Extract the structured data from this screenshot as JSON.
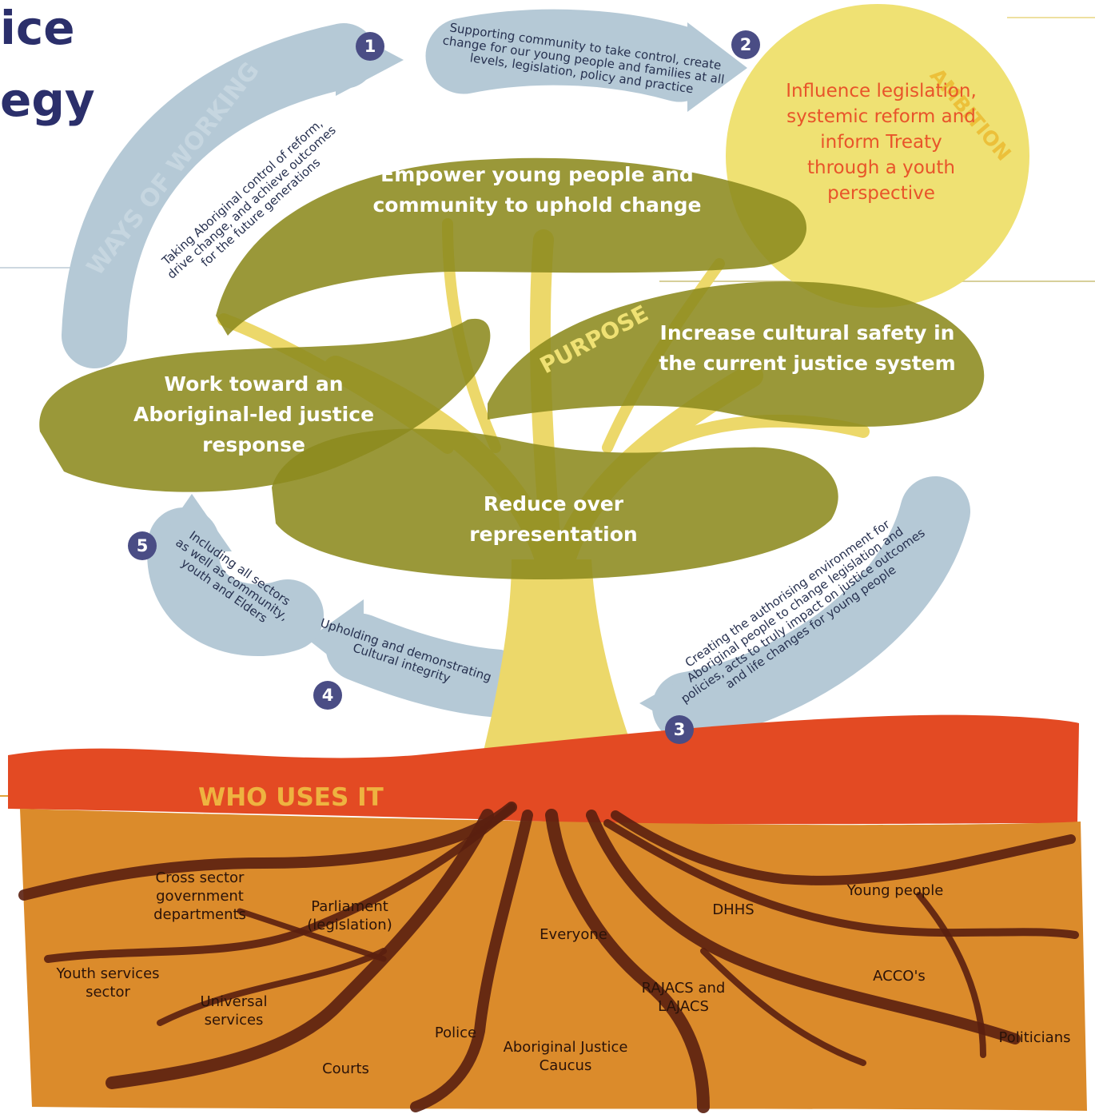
{
  "title": {
    "line1": "ice",
    "line2": "egy"
  },
  "ambition": {
    "heading": "AMBITION",
    "text": "Influence legislation, systemic reform and inform Treaty through a youth perspective"
  },
  "ways_of_working": {
    "heading": "WAYS OF WORKING",
    "steps": [
      {
        "number": "1",
        "text": "Taking Aboriginal control of reform, drive change, and achieve outcomes for the future generations"
      },
      {
        "number": "2",
        "text": "Supporting community to take control, create change for our young people and families at all levels, legislation, policy and practice"
      },
      {
        "number": "3",
        "text": "Creating the authorising environment for Aboriginal people to change legislation and policies, acts to truly impact on justice outcomes and life changes for young people"
      },
      {
        "number": "4",
        "text": "Upholding and demonstrating Cultural integrity"
      },
      {
        "number": "5",
        "text": "Including all sectors as well as community, youth and Elders"
      }
    ]
  },
  "purpose": {
    "heading": "PURPOSE",
    "items": [
      "Empower young people and community to uphold change",
      "Increase cultural safety in the current justice system",
      "Work toward an Aboriginal-led justice response",
      "Reduce over representation"
    ]
  },
  "who_uses_it": {
    "heading": "WHO USES IT",
    "users": [
      "Cross sector government departments",
      "Parliament (legislation)",
      "DHHS",
      "Young people",
      "Everyone",
      "Youth services sector",
      "Universal services",
      "RAJACS and LAJACS",
      "ACCO's",
      "Police",
      "Aboriginal Justice Caucus",
      "Courts",
      "Politicians"
    ]
  },
  "colors": {
    "canopy": "#8c8a1e",
    "trunk": "#ecd86a",
    "sun": "#efe173",
    "arrow": "#b5c9d6",
    "ground_red": "#e34a23",
    "soil": "#db8b2b",
    "roots": "#5a1f10",
    "badge": "#4a4d85",
    "title": "#2b2f6b",
    "accent_yellow": "#ecc03a"
  }
}
